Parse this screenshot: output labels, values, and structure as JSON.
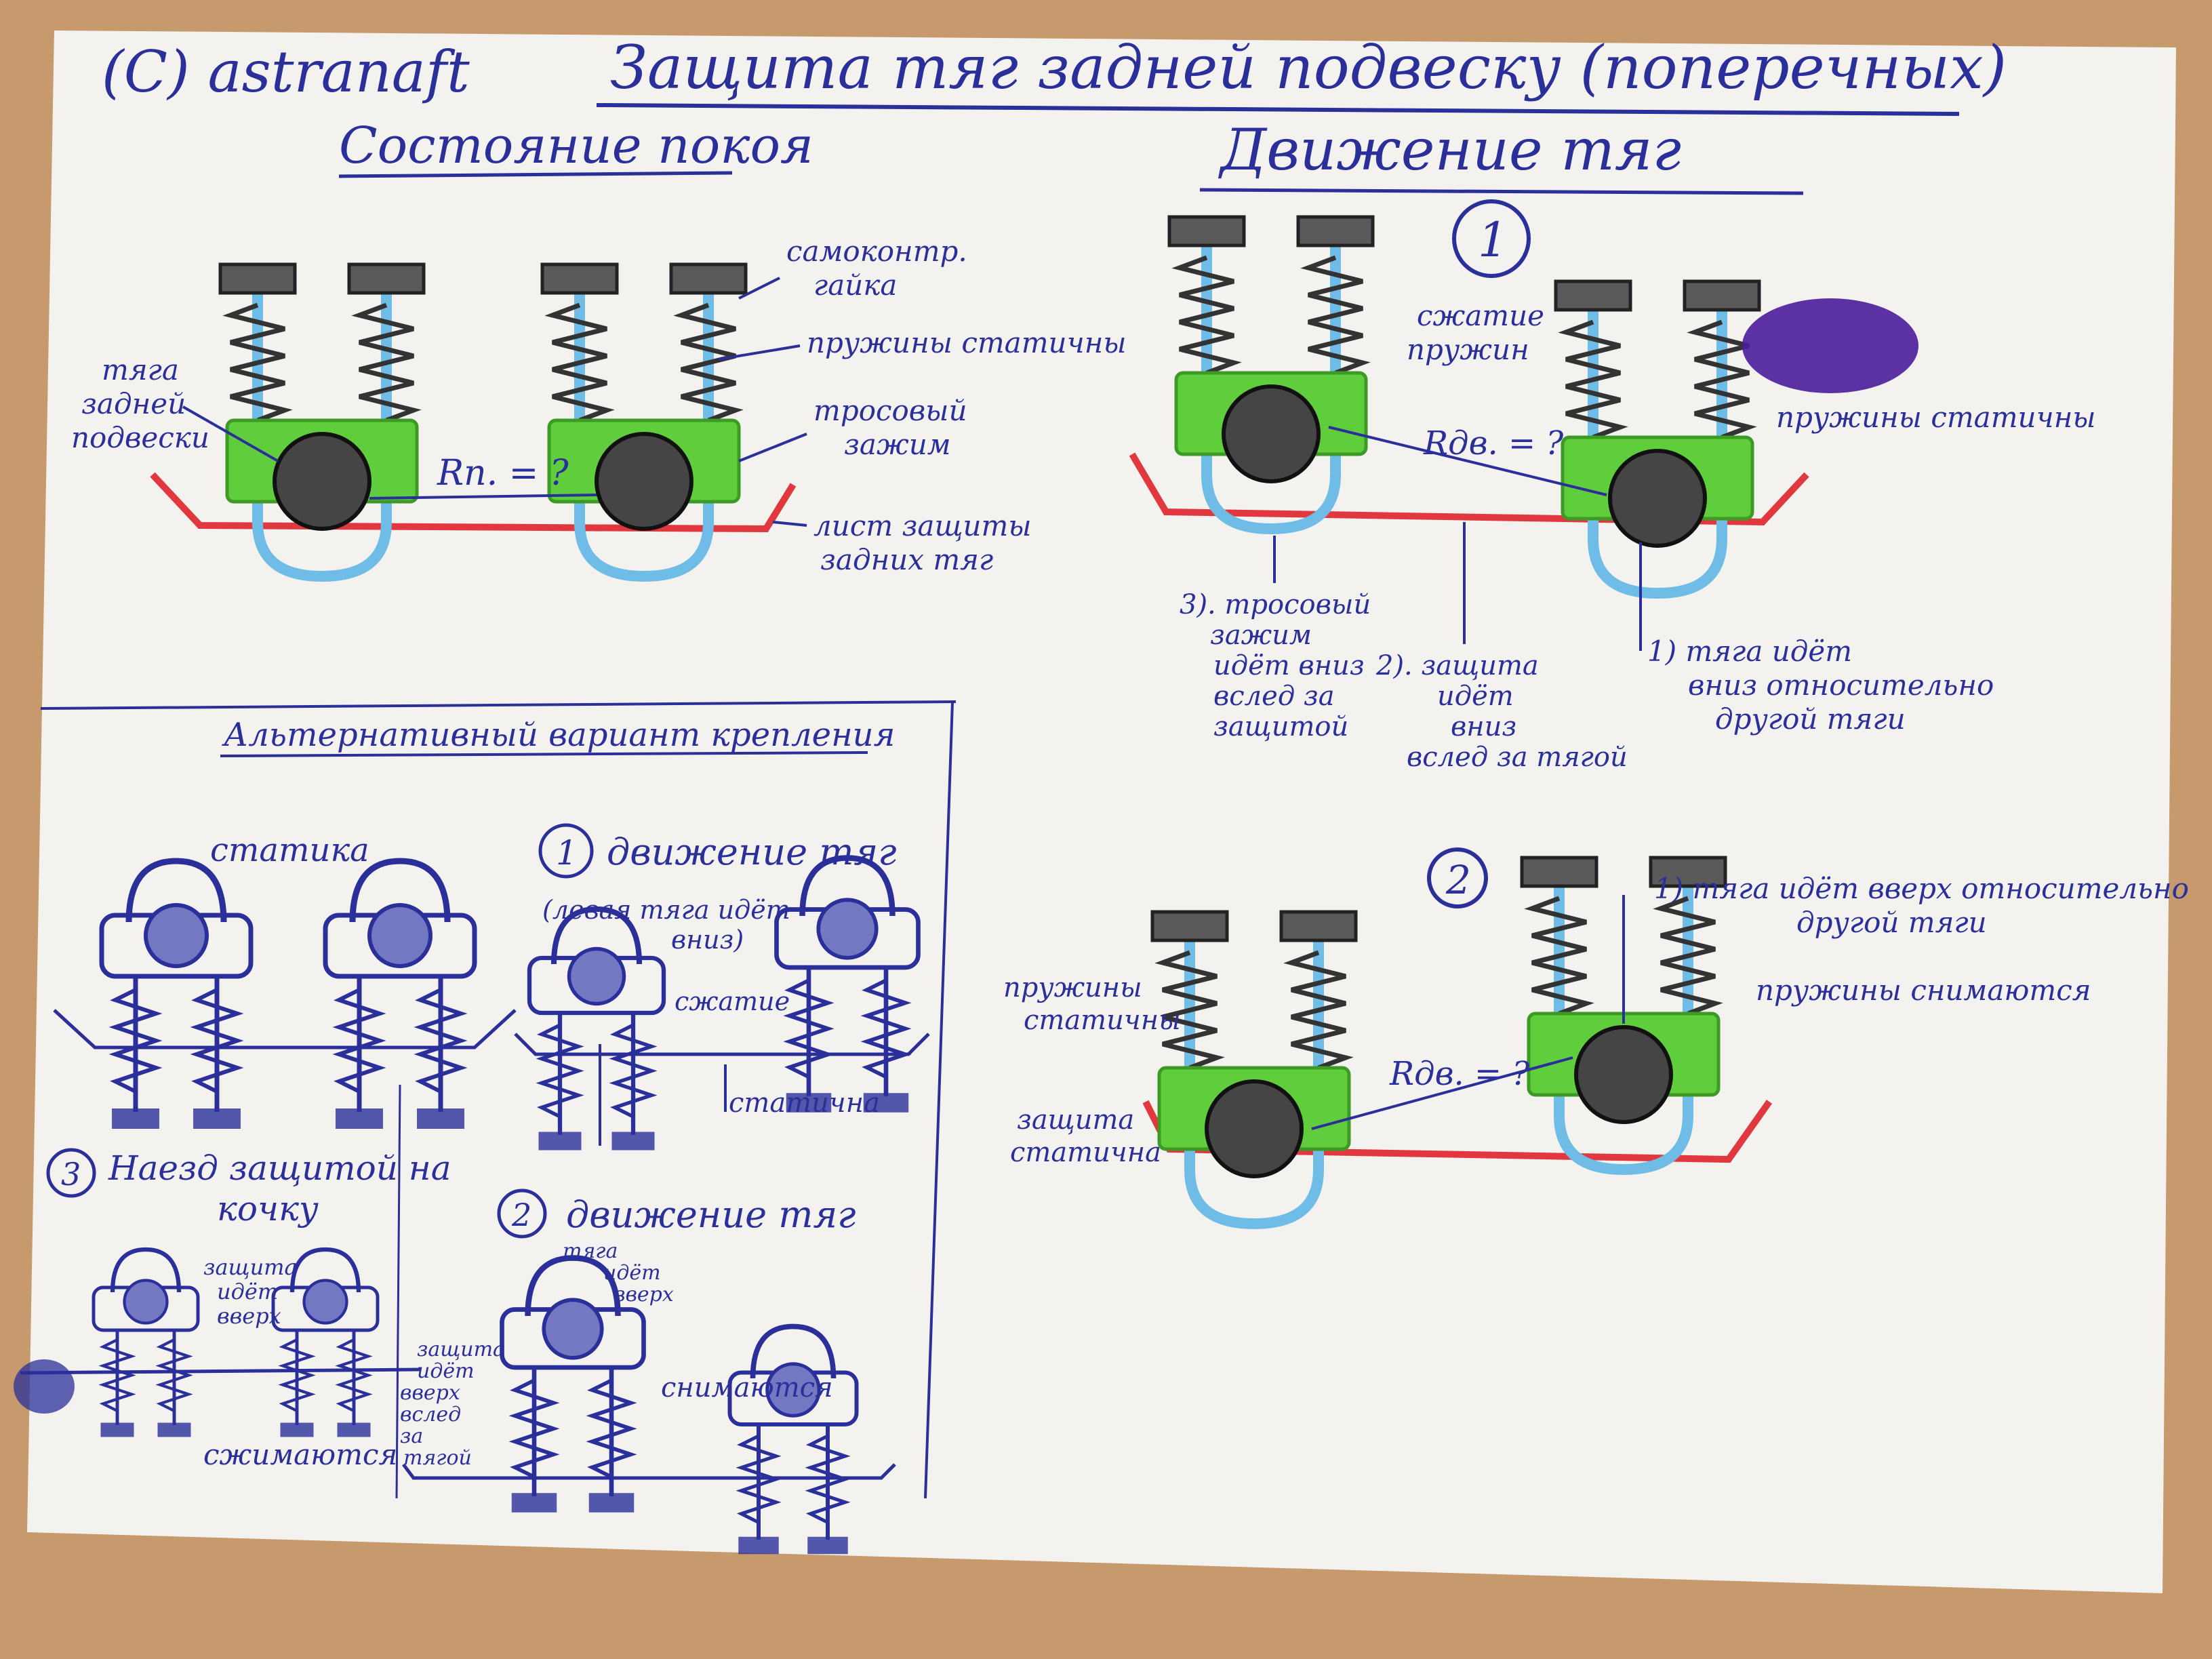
{
  "colors": {
    "table": "#c79a6d",
    "paper": "#f3f2ef",
    "ink": "#2a2f9a",
    "plate_red": "#e0383e",
    "clamp_green": "#5fcd3c",
    "cable_blue": "#6fbde6",
    "rod_gray": "#454545",
    "nut_gray": "#5a5a5a",
    "purple_blob": "#4a1c9a"
  },
  "header": {
    "copyright": "(C) astranaft",
    "title": "Защита тяг задней подвеску (поперечных)"
  },
  "rest_state": {
    "heading": "Состояние покоя",
    "labels": {
      "rod": "тяга\nзадней\nподвески",
      "locknut": "самоконтр.\nгайка",
      "springs": "пружины статичны",
      "cable_clamp": "тросовый\nзажим",
      "plate": "лист защиты\nзадних тяг",
      "distance": "Rп. = ?"
    }
  },
  "motion": {
    "heading": "Движение тяг",
    "case1": {
      "marker": "1",
      "spring_compress": "сжатие\nпружин",
      "springs_static": "пружины статичны",
      "distance": "Rдв. = ?",
      "step3": "3). тросовый\nзажим\nидёт вниз\nвслед за\nзащитой",
      "step2": "2). защита\nидёт\nвниз\nвслед за тягой",
      "step1": "1) тяга идёт\nвниз относительно\nдругой тяги"
    },
    "case2": {
      "marker": "2",
      "step1": "1) тяга идёт вверх относительно\nдругой тяги",
      "springs_static": "пружины\nстатичны",
      "springs_release": "пружины снимаются",
      "plate_static": "защита\nстатична",
      "distance": "Rдв. = ?"
    }
  },
  "alternative": {
    "heading": "Альтернативный вариант крепления",
    "statics": "статика",
    "move1": {
      "marker": "1",
      "title": "движение тяг",
      "note": "(левая тяга идёт\nвниз)",
      "compress": "сжатие",
      "static": "статична"
    },
    "move2": {
      "marker": "2",
      "title": "движение тяг",
      "rod_up": "тяга\nидёт\nвверх",
      "plate_up": "защита\nидёт\nвверх\nвслед\nза\nтягой",
      "release": "снимаются"
    },
    "case3": {
      "marker": "3",
      "title": "Наезд защитой на\nкочку",
      "plate_up": "защита\nидёт\nвверх",
      "compress": "сжимаются"
    }
  }
}
